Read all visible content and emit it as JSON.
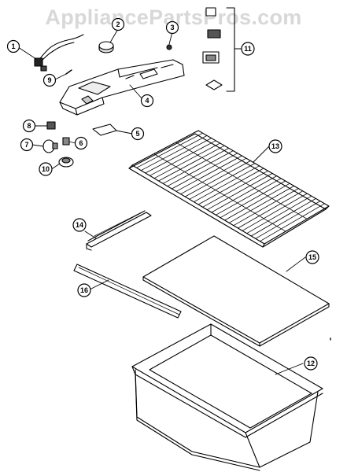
{
  "watermark": "AppliancePartsPros.com",
  "callouts": [
    "1",
    "2",
    "3",
    "4",
    "5",
    "6",
    "7",
    "8",
    "9",
    "10",
    "11",
    "12",
    "13",
    "14",
    "15",
    "16"
  ],
  "colors": {
    "ink": "#000000",
    "watermark": "#d8d8d8",
    "background": "#ffffff"
  }
}
